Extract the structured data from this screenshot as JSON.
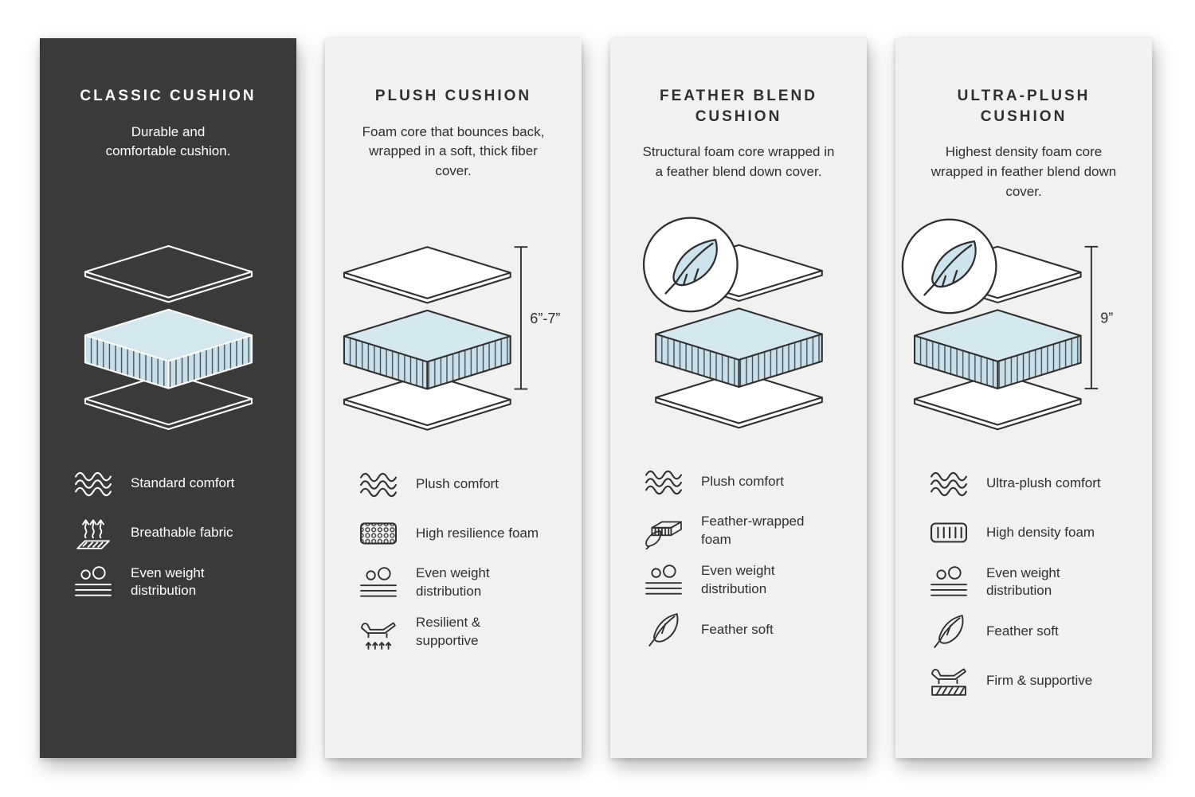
{
  "colors": {
    "page_background": "#ffffff",
    "dark_panel": "#3a3a38",
    "light_panel": "#f1f1ef",
    "foam_blue": "#cde3ee",
    "outline_dark": "#2f2f2f",
    "outline_light": "#ffffff"
  },
  "panels": [
    {
      "title": "CLASSIC CUSHION",
      "description": "Durable and comfortable cushion.",
      "diagram": {
        "feather_badge": false,
        "height_label": ""
      },
      "features": [
        {
          "icon": "waves-icon",
          "label": "Standard comfort"
        },
        {
          "icon": "breathable-fabric-icon",
          "label": "Breathable fabric"
        },
        {
          "icon": "even-weight-icon",
          "label": "Even weight distribution"
        }
      ]
    },
    {
      "title": "PLUSH CUSHION",
      "description": "Foam core that bounces back, wrapped in a soft, thick fiber cover.",
      "diagram": {
        "feather_badge": false,
        "height_label": "6”-7”"
      },
      "features": [
        {
          "icon": "waves-icon",
          "label": "Plush comfort"
        },
        {
          "icon": "honeycomb-foam-icon",
          "label": "High resilience foam"
        },
        {
          "icon": "even-weight-icon",
          "label": "Even weight distribution"
        },
        {
          "icon": "lounger-arrows-icon",
          "label": "Resilient & supportive"
        }
      ]
    },
    {
      "title": "FEATHER BLEND CUSHION",
      "description": "Structural foam core wrapped in a feather blend down cover.",
      "diagram": {
        "feather_badge": true,
        "height_label": ""
      },
      "features": [
        {
          "icon": "waves-icon",
          "label": "Plush comfort"
        },
        {
          "icon": "feather-foam-icon",
          "label": "Feather-wrapped foam"
        },
        {
          "icon": "even-weight-icon",
          "label": "Even weight distribution"
        },
        {
          "icon": "feather-icon",
          "label": "Feather soft"
        }
      ]
    },
    {
      "title": "ULTRA-PLUSH CUSHION",
      "description": "Highest density foam core wrapped in feather blend down cover.",
      "diagram": {
        "feather_badge": true,
        "height_label": "9”"
      },
      "features": [
        {
          "icon": "waves-icon",
          "label": "Ultra-plush comfort"
        },
        {
          "icon": "density-foam-icon",
          "label": "High density foam"
        },
        {
          "icon": "even-weight-icon",
          "label": "Even weight distribution"
        },
        {
          "icon": "feather-icon",
          "label": "Feather soft"
        },
        {
          "icon": "lounger-firm-icon",
          "label": "Firm & supportive"
        }
      ]
    }
  ]
}
